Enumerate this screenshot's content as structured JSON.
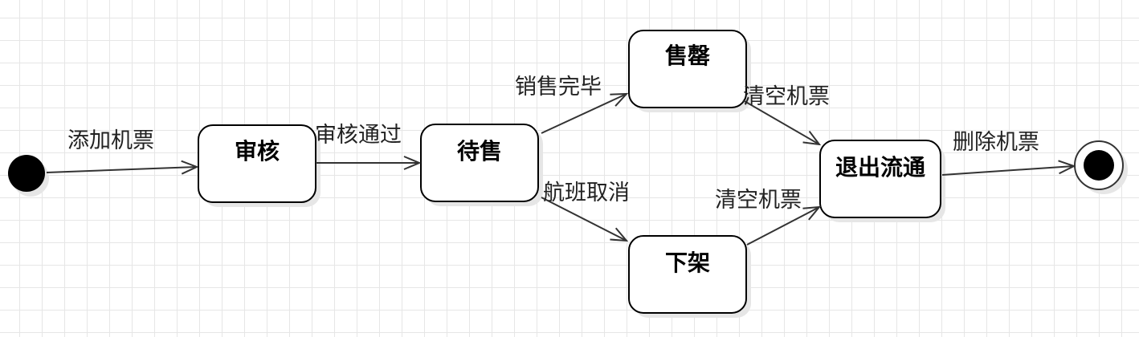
{
  "states": {
    "review": "审核",
    "for_sale": "待售",
    "sold_out": "售罄",
    "off_shelf": "下架",
    "exit": "退出流通"
  },
  "transitions": {
    "add_ticket": "添加机票",
    "review_passed": "审核通过",
    "sales_complete": "销售完毕",
    "flight_cancelled": "航班取消",
    "clear_tickets_top": "清空机票",
    "clear_tickets_bottom": "清空机票",
    "delete_ticket": "删除机票"
  }
}
